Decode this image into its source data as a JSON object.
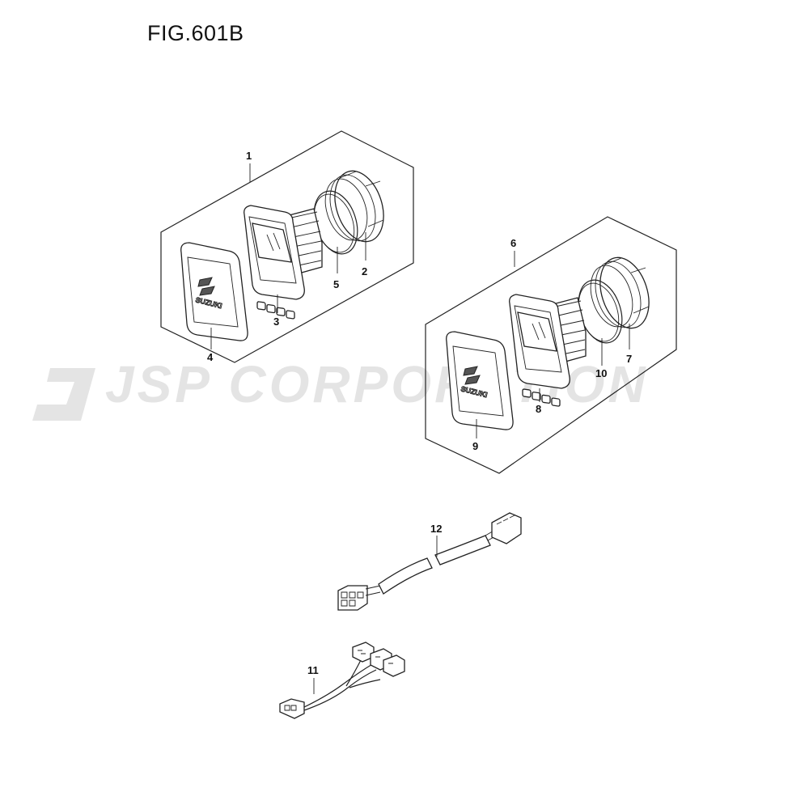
{
  "figure": {
    "title": "FIG.601B",
    "watermark": "JSP CORPORATION"
  },
  "callouts": [
    {
      "id": "1",
      "label": "1"
    },
    {
      "id": "2",
      "label": "2"
    },
    {
      "id": "3",
      "label": "3"
    },
    {
      "id": "4",
      "label": "4"
    },
    {
      "id": "5",
      "label": "5"
    },
    {
      "id": "6",
      "label": "6"
    },
    {
      "id": "7",
      "label": "7"
    },
    {
      "id": "8",
      "label": "8"
    },
    {
      "id": "9",
      "label": "9"
    },
    {
      "id": "10",
      "label": "10"
    },
    {
      "id": "11",
      "label": "11"
    },
    {
      "id": "12",
      "label": "12"
    }
  ],
  "brand": {
    "logo_text": "SUZUKI"
  }
}
